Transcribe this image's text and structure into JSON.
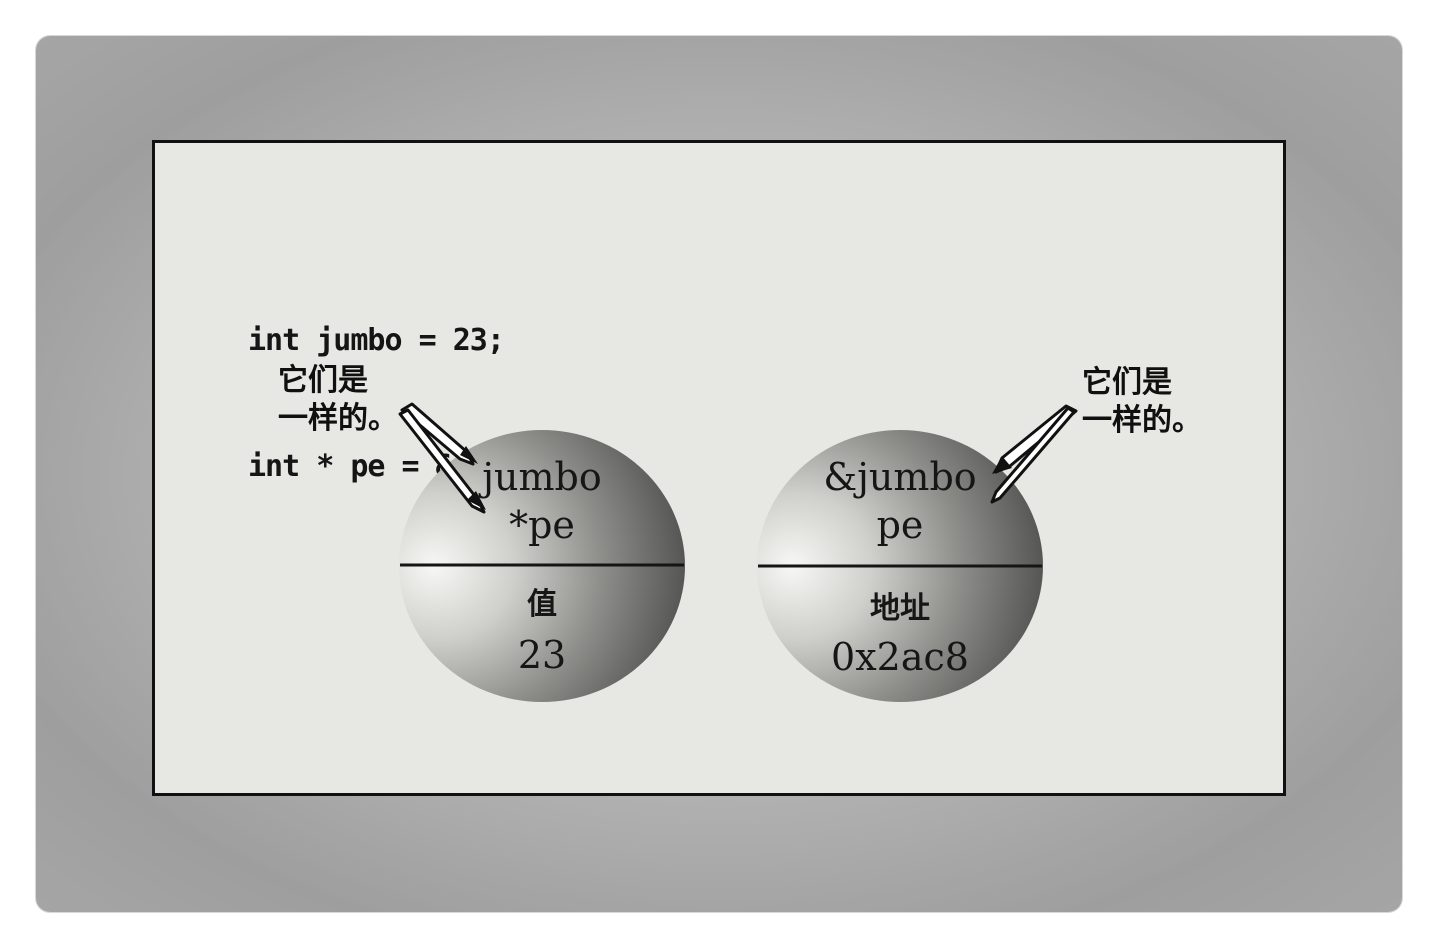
{
  "code": {
    "line1": "int jumbo = 23;",
    "line2": "int * pe = &jumbo;"
  },
  "left_note": {
    "line1": "它们是",
    "line2": "一样的。"
  },
  "right_note": {
    "line1": "它们是",
    "line2": "一样的。"
  },
  "left_ball": {
    "name_top": "jumbo",
    "name_bottom": "*pe",
    "label": "值",
    "value": "23"
  },
  "right_ball": {
    "name_top": "&jumbo",
    "name_bottom": "pe",
    "label": "地址",
    "value": "0x2ac8"
  },
  "colors": {
    "panel": "#e7e7e3",
    "frame": "#111111",
    "ink": "#161616"
  }
}
